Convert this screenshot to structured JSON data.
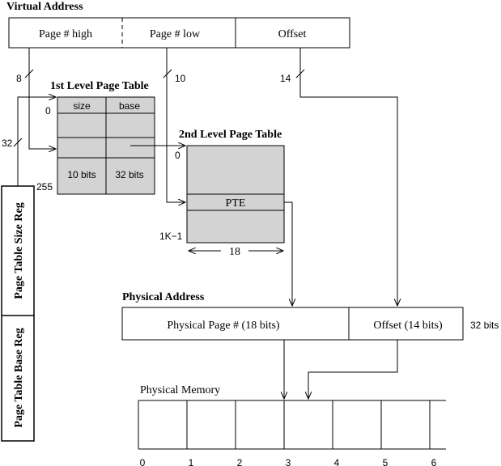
{
  "virtual_address": {
    "title": "Virtual Address",
    "fields": [
      "Page # high",
      "Page # low",
      "Offset"
    ],
    "bit_counts": [
      "8",
      "10",
      "14"
    ]
  },
  "first_level": {
    "title": "1st Level Page Table",
    "columns": [
      "size",
      "base"
    ],
    "bits": [
      "10 bits",
      "32 bits"
    ],
    "index_first": "0",
    "index_last": "255",
    "reg_width": "32"
  },
  "second_level": {
    "title": "2nd Level Page Table",
    "entry": "PTE",
    "index_first": "0",
    "index_last": "1K−1",
    "width": "18"
  },
  "registers": {
    "size_reg": "Page Table Size Reg",
    "base_reg": "Page Table Base Reg"
  },
  "physical_address": {
    "title": "Physical Address",
    "fields": [
      "Physical Page # (18 bits)",
      "Offset (14 bits)"
    ],
    "width": "32 bits"
  },
  "physical_memory": {
    "title": "Physical Memory",
    "ticks": [
      "0",
      "1",
      "2",
      "3",
      "4",
      "5",
      "6"
    ]
  },
  "colors": {
    "table_fill": "#d3d3d3",
    "line": "#000000"
  }
}
